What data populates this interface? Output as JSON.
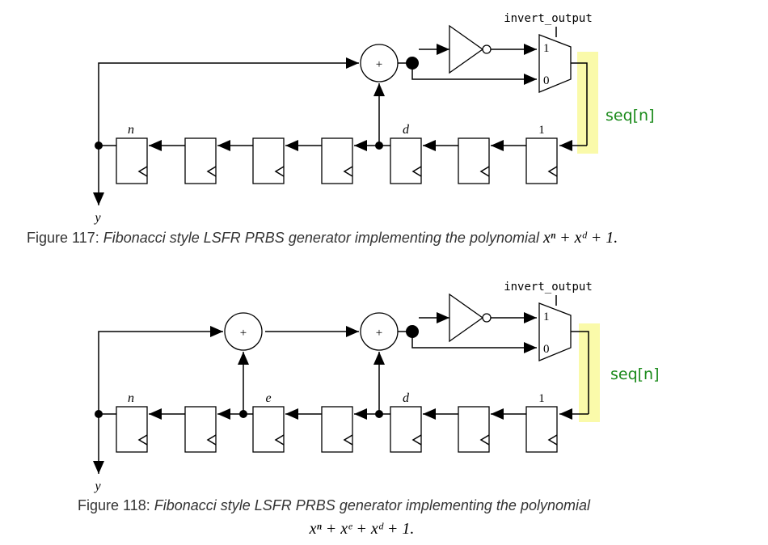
{
  "figure1": {
    "invert_label": "invert_output",
    "seq_label": "seq[n]",
    "mux_in1": "1",
    "mux_in0": "0",
    "xor_symbol": "+",
    "tap_labels": {
      "n": "n",
      "d": "d",
      "one": "1"
    },
    "output_label": "y",
    "caption_prefix": "Figure 117: ",
    "caption_text": "Fibonacci style LSFR PRBS generator implementing the polynomial ",
    "caption_math": "xⁿ + xᵈ + 1."
  },
  "figure2": {
    "invert_label": "invert_output",
    "seq_label": "seq[n]",
    "mux_in1": "1",
    "mux_in0": "0",
    "xor_symbol": "+",
    "tap_labels": {
      "n": "n",
      "e": "e",
      "d": "d",
      "one": "1"
    },
    "output_label": "y",
    "caption_prefix": "Figure 118: ",
    "caption_text": "Fibonacci style LSFR PRBS generator implementing the polynomial",
    "caption_math": "xⁿ + xᵉ + xᵈ + 1."
  },
  "colors": {
    "highlight": "#fafaaa",
    "seq_text": "#1a8a1a",
    "caption": "#333333"
  }
}
